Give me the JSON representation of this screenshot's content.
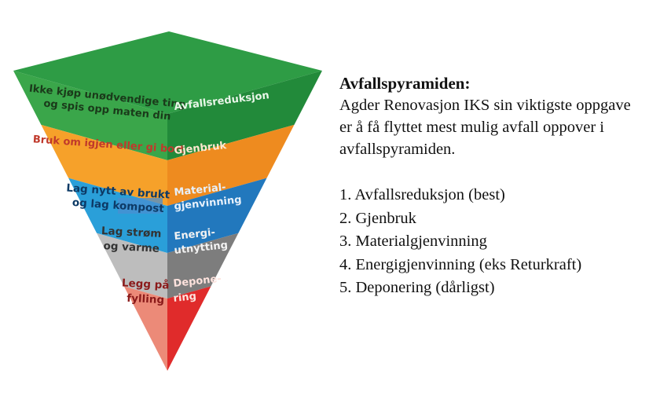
{
  "colors": {
    "green_top": "#2e9c45",
    "green_front": "#3aa64a",
    "green_side": "#228a3a",
    "orange_front": "#f6a12a",
    "orange_side": "#ee8b1f",
    "blue_front": "#2a9fd9",
    "blue_side": "#2278bd",
    "gray_front": "#bdbdbd",
    "gray_side": "#7d7d7d",
    "pink_front": "#ec8a78",
    "red_side": "#e02b2b",
    "highlight": "#4a8fd0"
  },
  "pyramid": {
    "levels": [
      {
        "id": "reduction",
        "left_lines": [
          "Ikke kjøp unødvendige ting",
          "og spis opp maten din"
        ],
        "right_lines": [
          "Avfallsreduksjon"
        ]
      },
      {
        "id": "reuse",
        "left_lines": [
          "Bruk om igjen eller gi bort"
        ],
        "right_lines": [
          "Gjenbruk"
        ]
      },
      {
        "id": "recycling",
        "left_lines": [
          "Lag nytt av brukt",
          "og lag kompost"
        ],
        "right_lines": [
          "Material-",
          "gjenvinning"
        ]
      },
      {
        "id": "energy",
        "left_lines": [
          "Lag strøm",
          "og varme"
        ],
        "right_lines": [
          "Energi-",
          "utnytting"
        ]
      },
      {
        "id": "landfill",
        "left_lines": [
          "Legg på",
          "fylling"
        ],
        "right_lines": [
          "Depone-",
          "ring"
        ]
      }
    ]
  },
  "text": {
    "title": "Avfallspyramiden:",
    "intro_lines": [
      "Agder Renovasjon IKS sin viktigste oppgave",
      "er å få flyttet mest mulig avfall oppover i",
      "avfallspyramiden."
    ],
    "list": [
      "1. Avfallsreduksjon (best)",
      "2. Gjenbruk",
      "3. Materialgjenvinning",
      "4. Energigjenvinning (eks Returkraft)",
      "5. Deponering (dårligst)"
    ]
  }
}
